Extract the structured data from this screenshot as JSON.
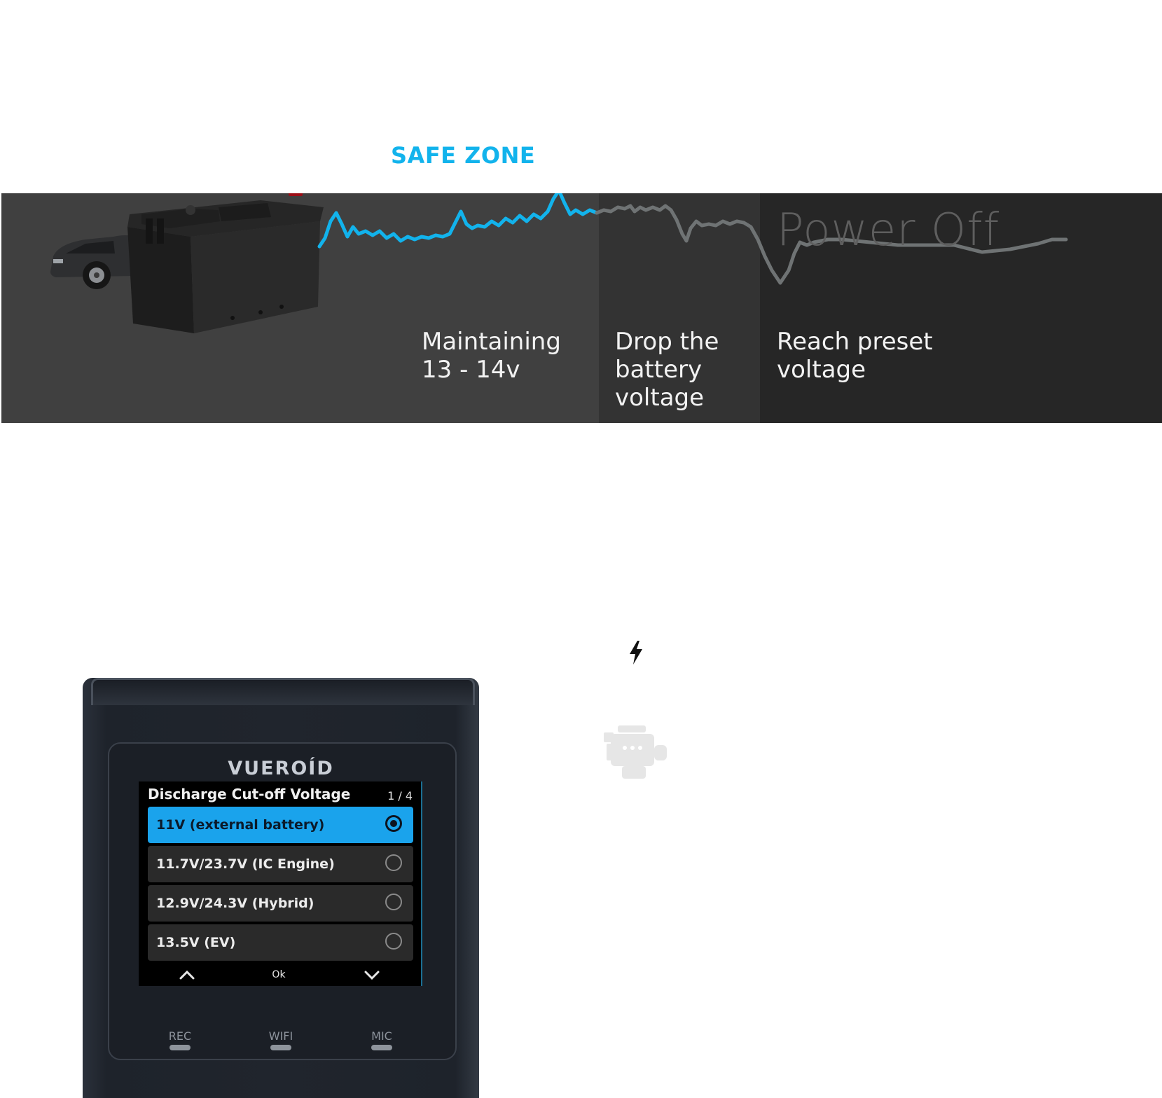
{
  "diagram": {
    "safe_zone_title": "SAFE ZONE",
    "power_off_label": "Power Off",
    "stages": [
      {
        "label": "Maintaining\n13 - 14v"
      },
      {
        "label": "Drop the\nbattery\nvoltage"
      },
      {
        "label": "Reach preset\nvoltage"
      }
    ],
    "colors": {
      "safe_wave": "#12b3ec",
      "drop_wave": "#6f7374",
      "zone1": "#404040",
      "zone2": "#333333",
      "zone3": "#262626"
    }
  },
  "icons": {
    "bolt": "lightning-bolt-icon",
    "engine": "engine-icon",
    "battery": "car-battery-icon",
    "car": "car-icon"
  },
  "device": {
    "brand": "VUEROÍD",
    "screen": {
      "title": "Discharge Cut-off Voltage",
      "page": "1 / 4",
      "options": [
        {
          "label": "11V (external battery)",
          "selected": true
        },
        {
          "label": "11.7V/23.7V (IC Engine)",
          "selected": false
        },
        {
          "label": "12.9V/24.3V (Hybrid)",
          "selected": false
        },
        {
          "label": "13.5V (EV)",
          "selected": false
        }
      ],
      "nav_ok": "Ok"
    },
    "buttons": [
      {
        "label": "REC"
      },
      {
        "label": "WIFI"
      },
      {
        "label": "MIC"
      }
    ],
    "accent_color": "#1aa3ec"
  }
}
